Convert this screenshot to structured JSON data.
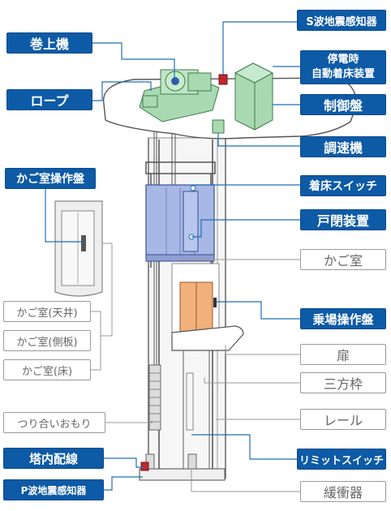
{
  "labels": {
    "traction_machine": "巻上機",
    "rope": "ロープ",
    "car_panel": "かご室操作盤",
    "car_ceiling": "かご室(天井)",
    "car_side": "かご室(側板)",
    "car_floor": "かご室(床)",
    "counterweight": "つり合いおもり",
    "tower_wiring": "塔内配線",
    "p_wave_sensor": "P波地震感知器",
    "s_wave_sensor": "S波地震感知器",
    "power_outage_line1": "停電時",
    "power_outage_line2": "自動着床装置",
    "control_panel": "制御盤",
    "governor": "調速機",
    "landing_switch": "着床スイッチ",
    "door_operator": "戸閉装置",
    "car": "かご室",
    "hall_panel": "乗場操作盤",
    "door": "扉",
    "three_side_frame": "三方枠",
    "rail": "レール",
    "limit_switch": "リミットスイッチ",
    "buffer": "緩衝器"
  },
  "colors": {
    "label_blue": "#0d5aa6",
    "leader_blue": "#1f6fb8",
    "leader_gray": "#9a9a9a",
    "machine_green": "#a9d9b0",
    "car_blue": "#a8b8e6",
    "door_orange": "#f2b07a",
    "sensor_red": "#c0272d"
  }
}
